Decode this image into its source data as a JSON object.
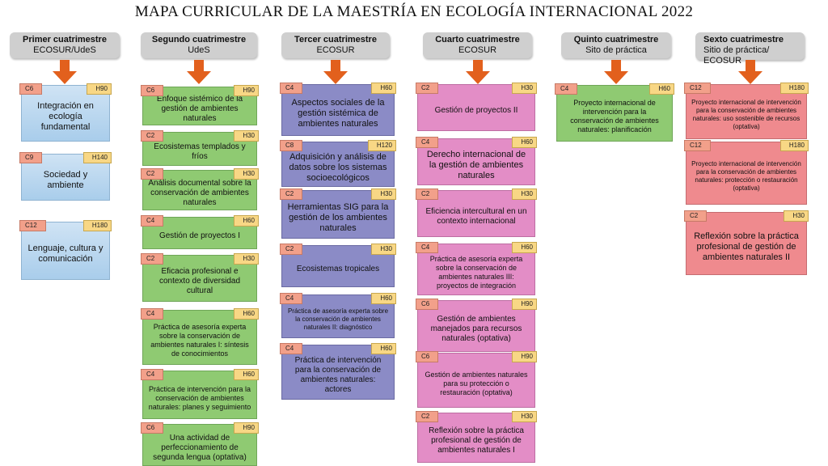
{
  "title": "MAPA CURRICULAR DE LA MAESTRÍA EN ECOLOGÍA INTERNACIONAL 2022",
  "colors": {
    "arrow": "#e2601d",
    "header": "#cfcfcf",
    "tag_c": "#f2a08a",
    "tag_h": "#f8d785"
  },
  "columns": [
    {
      "name": "Primer cuatrimestre",
      "sub": "ECOSUR/UdeS",
      "color": "blue",
      "courses": [
        {
          "c": "C6",
          "h": "H90",
          "text": "Integración en ecología fundamental"
        },
        {
          "c": "C9",
          "h": "H140",
          "text": "Sociedad y ambiente"
        },
        {
          "c": "C12",
          "h": "H180",
          "text": "Lenguaje, cultura y comunicación"
        }
      ]
    },
    {
      "name": "Segundo cuatrimestre",
      "sub": "UdeS",
      "color": "green",
      "courses": [
        {
          "c": "C6",
          "h": "H90",
          "text": "Enfoque sistémico de la gestión de ambientes naturales"
        },
        {
          "c": "C2",
          "h": "H30",
          "text": "Ecosistemas templados y fríos"
        },
        {
          "c": "C2",
          "h": "H30",
          "text": "Análisis documental sobre la conservación de ambientes naturales"
        },
        {
          "c": "C4",
          "h": "H60",
          "text": "Gestión de proyectos I"
        },
        {
          "c": "C2",
          "h": "H30",
          "text": "Eficacia profesional e contexto de diversidad cultural"
        },
        {
          "c": "C4",
          "h": "H60",
          "text": "Práctica de asesoría experta sobre la conservación de ambientes naturales I: síntesis de conocimientos"
        },
        {
          "c": "C4",
          "h": "H60",
          "text": "Práctica de intervención para la conservación de ambientes naturales: planes y seguimiento"
        },
        {
          "c": "C6",
          "h": "H90",
          "text": "Una actividad de perfeccionamiento de segunda lengua (optativa)"
        }
      ]
    },
    {
      "name": "Tercer cuatrimestre",
      "sub": "ECOSUR",
      "color": "purple",
      "courses": [
        {
          "c": "C4",
          "h": "H60",
          "text": "Aspectos sociales de la gestión sistémica de ambientes naturales"
        },
        {
          "c": "C8",
          "h": "H120",
          "text": "Adquisición y análisis de datos sobre los sistemas socioecológicos"
        },
        {
          "c": "C2",
          "h": "H30",
          "text": "Herramientas SIG para la gestión de los ambientes naturales"
        },
        {
          "c": "C2",
          "h": "H30",
          "text": "Ecosistemas tropicales"
        },
        {
          "c": "C4",
          "h": "H60",
          "text": "Práctica de asesoría experta sobre la conservación de ambientes naturales II: diagnóstico"
        },
        {
          "c": "C4",
          "h": "H60",
          "text": "Práctica de intervención para la conservación de ambientes naturales: actores"
        }
      ]
    },
    {
      "name": "Cuarto cuatrimestre",
      "sub": "ECOSUR",
      "color": "pink",
      "courses": [
        {
          "c": "C2",
          "h": "H30",
          "text": "Gestión de proyectos II"
        },
        {
          "c": "C4",
          "h": "H60",
          "text": "Derecho internacional de la gestión de ambientes naturales"
        },
        {
          "c": "C2",
          "h": "H30",
          "text": "Eficiencia intercultural en un contexto internacional"
        },
        {
          "c": "C4",
          "h": "H60",
          "text": "Práctica de asesoría experta sobre la conservación de ambientes naturales III: proyectos de integración"
        },
        {
          "c": "C6",
          "h": "H90",
          "text": "Gestión de ambientes manejados para recursos naturales (optativa)"
        },
        {
          "c": "C6",
          "h": "H90",
          "text": "Gestión de ambientes naturales para su protección o restauración (optativa)"
        },
        {
          "c": "C2",
          "h": "H30",
          "text": "Reflexión sobre la práctica profesional de gestión de ambientes naturales I"
        }
      ]
    },
    {
      "name": "Quinto cuatrimestre",
      "sub": "Sito de práctica",
      "color": "green",
      "courses": [
        {
          "c": "C4",
          "h": "H60",
          "text": "Proyecto internacional de intervención para la conservación de ambientes naturales: planificación"
        }
      ]
    },
    {
      "name": "Sexto cuatrimestre",
      "sub": "Sitio de práctica/ ECOSUR",
      "color": "red",
      "courses": [
        {
          "c": "C12",
          "h": "H180",
          "text": "Proyecto internacional de intervención para la conservación de ambientes naturales: uso sostenible de recursos (optativa)"
        },
        {
          "c": "C12",
          "h": "H180",
          "text": "Proyecto internacional de intervención para la conservación de ambientes naturales: protección o restauración (optativa)"
        },
        {
          "c": "C2",
          "h": "H30",
          "text": "Reflexión sobre la práctica profesional de gestión de ambientes naturales II"
        }
      ]
    }
  ]
}
